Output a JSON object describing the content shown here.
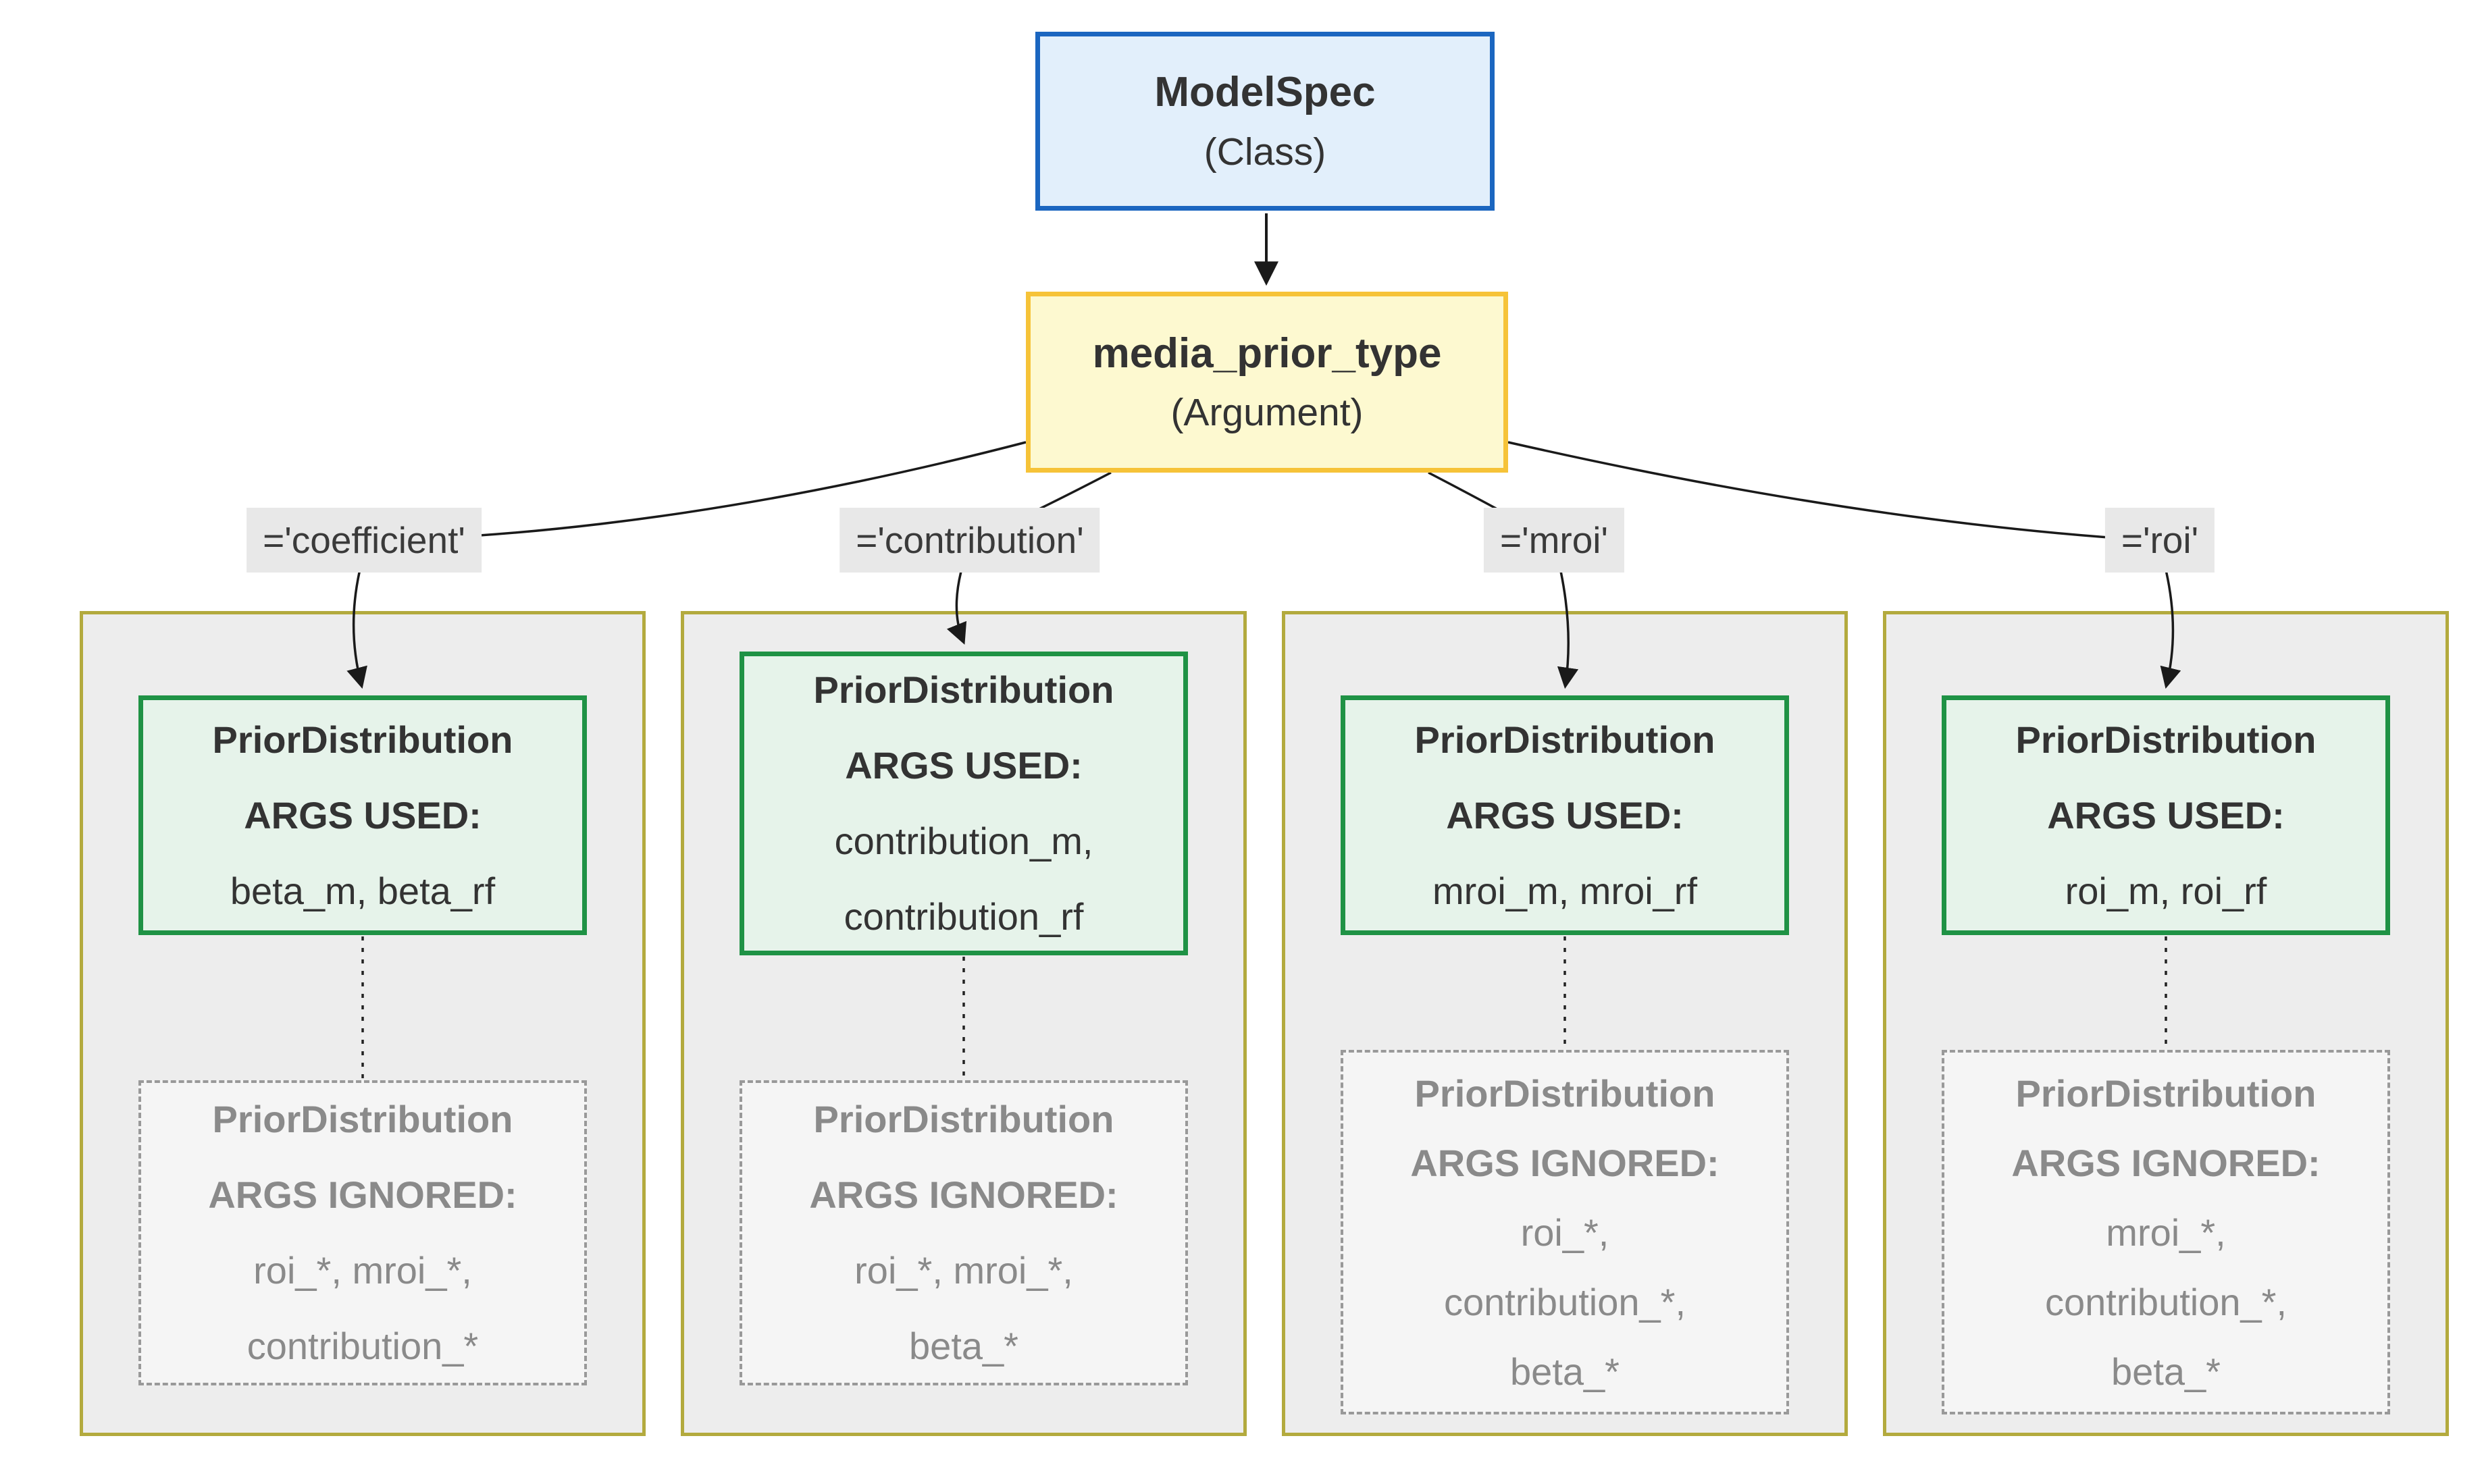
{
  "root": {
    "title": "ModelSpec",
    "subtitle": "(Class)"
  },
  "argument": {
    "title": "media_prior_type",
    "subtitle": "(Argument)"
  },
  "branches": [
    {
      "label": "='coefficient'",
      "used": {
        "title": "PriorDistribution",
        "heading": "ARGS USED:",
        "args": [
          "beta_m, beta_rf"
        ]
      },
      "ignored": {
        "title": "PriorDistribution",
        "heading": "ARGS IGNORED:",
        "args": [
          "roi_*, mroi_*,",
          "contribution_*"
        ]
      }
    },
    {
      "label": "='contribution'",
      "used": {
        "title": "PriorDistribution",
        "heading": "ARGS USED:",
        "args": [
          "contribution_m,",
          "contribution_rf"
        ]
      },
      "ignored": {
        "title": "PriorDistribution",
        "heading": "ARGS IGNORED:",
        "args": [
          "roi_*, mroi_*,",
          "beta_*"
        ]
      }
    },
    {
      "label": "='mroi'",
      "used": {
        "title": "PriorDistribution",
        "heading": "ARGS USED:",
        "args": [
          "mroi_m, mroi_rf"
        ]
      },
      "ignored": {
        "title": "PriorDistribution",
        "heading": "ARGS IGNORED:",
        "args": [
          "roi_*,",
          "contribution_*,",
          "beta_*"
        ]
      }
    },
    {
      "label": "='roi'",
      "used": {
        "title": "PriorDistribution",
        "heading": "ARGS USED:",
        "args": [
          "roi_m, roi_rf"
        ]
      },
      "ignored": {
        "title": "PriorDistribution",
        "heading": "ARGS IGNORED:",
        "args": [
          "mroi_*,",
          "contribution_*,",
          "beta_*"
        ]
      }
    }
  ],
  "colors": {
    "blue_border": "#1b66c0",
    "blue_fill": "#e2effb",
    "yellow_border": "#f6c338",
    "yellow_fill": "#fdf9d0",
    "container_border": "#b3aa3e",
    "container_fill": "#ededed",
    "green_border": "#1f9245",
    "green_fill": "#e6f3ea",
    "dashed_border": "#999999",
    "dashed_fill": "#f5f5f5",
    "label_bg": "#e8e8e8",
    "text_dark": "#333333",
    "text_gray": "#8a8a8a",
    "edge": "#1a1a1a"
  }
}
